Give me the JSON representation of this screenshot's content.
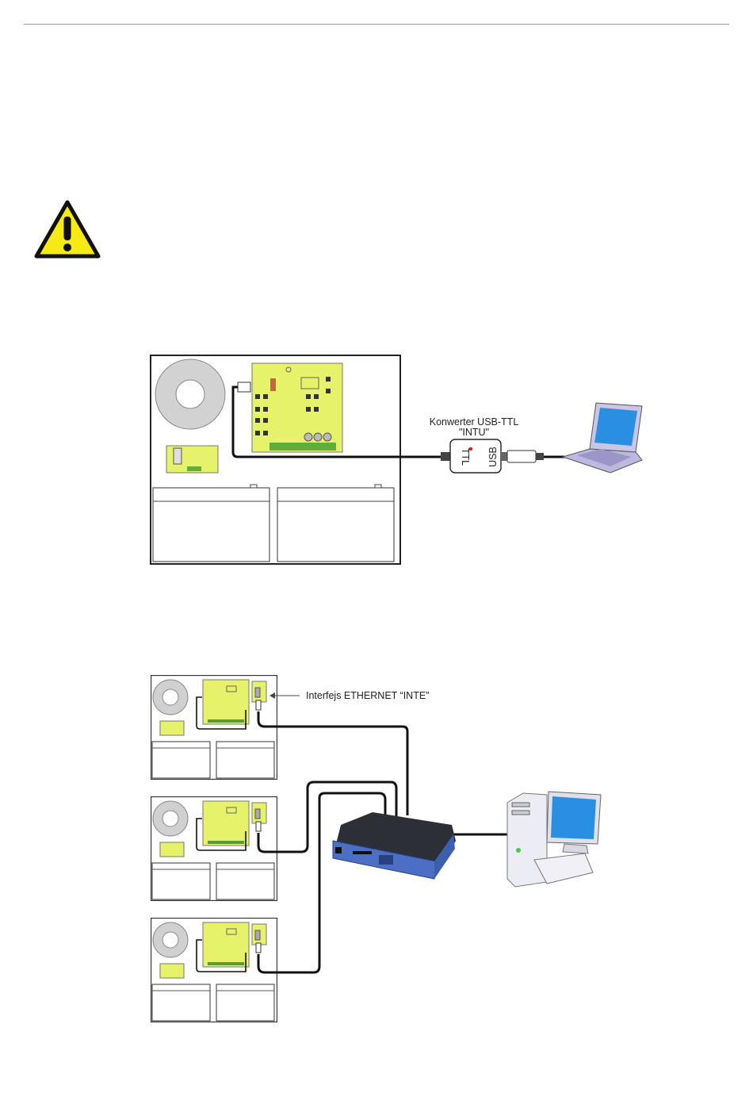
{
  "diagram_usb": {
    "converter_label": "Konwerter USB-TTL",
    "converter_name": "\"INTU\"",
    "port_ttl": "TTL",
    "port_usb": "USB"
  },
  "diagram_ethernet": {
    "interface_label": "Interfejs ETHERNET “INTE”"
  },
  "icons": {
    "warning": "warning-triangle-icon",
    "laptop": "laptop-icon",
    "router": "router-icon",
    "desktop": "desktop-computer-icon"
  },
  "colors": {
    "pcb": "#e6f26a",
    "warning": "#f5ea14",
    "router": "#4a6fc4",
    "screen": "#2a8fe0"
  }
}
